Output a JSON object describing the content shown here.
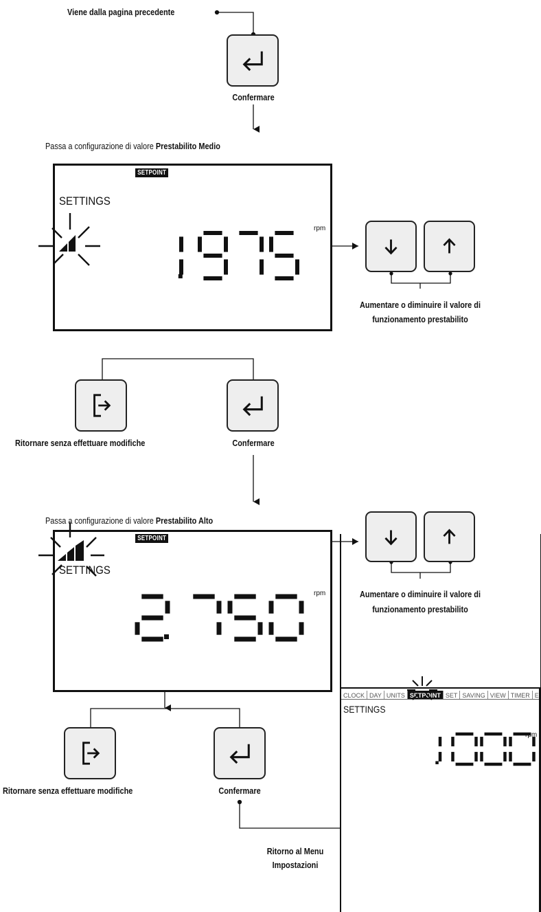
{
  "top": {
    "from_previous": "Viene dalla pagina precedente",
    "confirm": "Confermare"
  },
  "section1": {
    "intro": "Passa a configurazione di valore",
    "intro_bold": "Prestabilito Medio",
    "lcd": {
      "badge": "SETPOINT",
      "settings": "SETTINGS",
      "value": "1.975",
      "unit": "rpm",
      "level_bars": 2
    },
    "adjust_caption_line1": "Aumentare o diminuire il valore di",
    "adjust_caption_line2": "funzionamento prestabilito",
    "exit_caption": "Ritornare senza effettuare modifiche",
    "confirm_caption": "Confermare"
  },
  "section2": {
    "intro": "Passa a configurazione di valore",
    "intro_bold": "Prestabilito Alto",
    "lcd": {
      "badge": "SETPOINT",
      "settings": "SETTINGS",
      "value": "2.750",
      "unit": "rpm",
      "level_bars": 3
    },
    "adjust_caption_line1": "Aumentare o diminuire il valore di",
    "adjust_caption_line2": "funzionamento prestabilito",
    "exit_caption": "Ritornare senza effettuare modifiche",
    "confirm_caption": "Confermare"
  },
  "return": {
    "caption_line1": "Ritorno al Menu",
    "caption_line2": "Impostazioni",
    "lcd": {
      "tabs": [
        "CLOCK",
        "DAY",
        "UNITS",
        "SETPOINT",
        "SET",
        "SAVING",
        "VIEW",
        "TIMER",
        "EXPERT"
      ],
      "active_tab": "SETPOINT",
      "settings": "SETTINGS",
      "value": "1.000",
      "unit": "rpm"
    }
  },
  "icons": {
    "enter": "enter-return-icon",
    "exit": "exit-door-icon",
    "down": "arrow-down-icon",
    "up": "arrow-up-icon",
    "blink": "blink-rays-icon"
  }
}
